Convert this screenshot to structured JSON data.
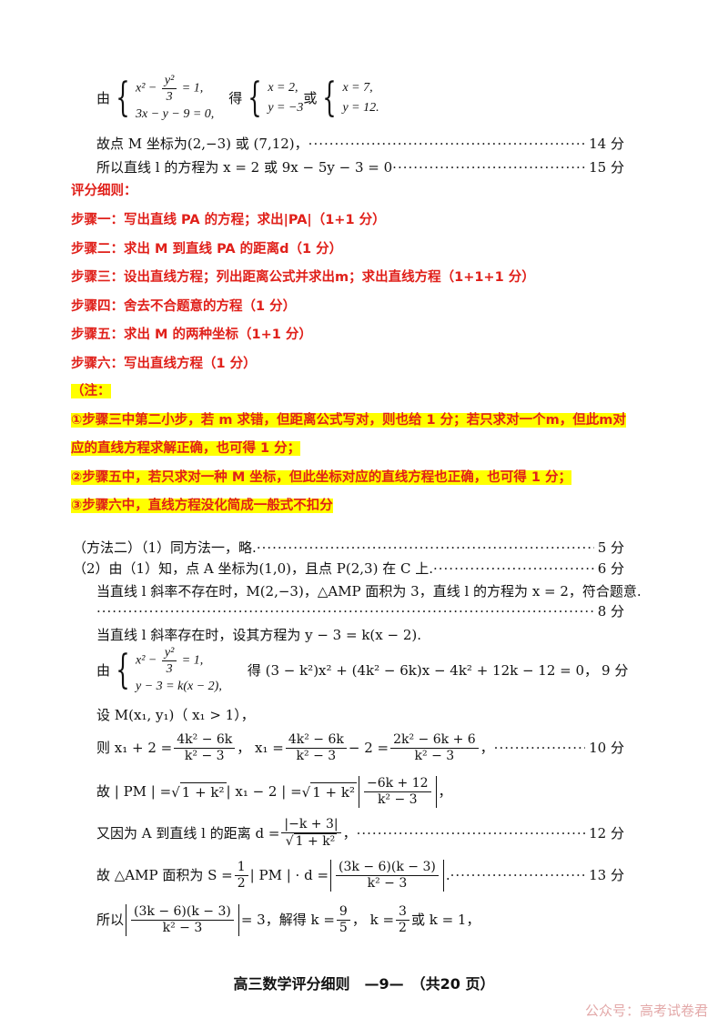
{
  "s1": {
    "lead": "由",
    "eq1": "x² − ",
    "eq1_num": "y²",
    "eq1_den": "3",
    "eq1_rhs": " = 1,",
    "eq2": "3x − y − 9 = 0,",
    "get": "得",
    "sol1a": "x = 2,",
    "sol1b": "y = −3",
    "or": "或",
    "sol2a": "x = 7,",
    "sol2b": "y = 12."
  },
  "s2": {
    "text": "故点 M 坐标为(2,−3) 或 (7,12)，",
    "score": "14 分"
  },
  "s3": {
    "text": "所以直线 l 的方程为 x = 2 或 9x − 5y − 3 = 0",
    "score": "15 分"
  },
  "rubric": {
    "title": "评分细则：",
    "steps": [
      "步骤一：写出直线 PA 的方程；求出|PA|（1+1 分）",
      "步骤二：求出 M 到直线 PA 的距离d（1 分）",
      "步骤三：设出直线方程；列出距离公式并求出m；求出直线方程（1+1+1 分）",
      "步骤四：舍去不合题意的方程（1 分）",
      "步骤五：求出 M 的两种坐标（1+1 分）",
      "步骤六：写出直线方程（1 分）"
    ],
    "note_title": "（注：",
    "notes": [
      "①步骤三中第二小步，若 m 求错，但距离公式写对，则也给 1 分；若只求对一个m，但此m对",
      "应的直线方程求解正确，也可得 1 分；",
      "②步骤五中，若只求对一种 M 坐标，但此坐标对应的直线方程也正确，也可得 1 分；",
      "③步骤六中，直线方程没化简成一般式不扣分"
    ]
  },
  "m2": {
    "l1": "（方法二）（1）同方法一，略.",
    "l1_score": "5 分",
    "l2": "（2）由（1）知，点 A 坐标为(1,0)，且点 P(2,3) 在 C 上.",
    "l2_score": "6 分",
    "l3": "当直线 l 斜率不存在时，M(2,−3)，△AMP 面积为 3，直线 l 的方程为 x = 2，符合题意.",
    "l3_score": "8 分",
    "l4": "当直线 l 斜率存在时，设其方程为 y − 3 = k(x − 2).",
    "sys_lead": "由",
    "sys_eq1": "x² − ",
    "sys_num": "y²",
    "sys_den": "3",
    "sys_rhs": " = 1,",
    "sys_eq2": "y − 3 = k(x − 2),",
    "sys_result": "得 (3 − k²)x² + (4k² − 6k)x − 4k² + 12k − 12 = 0，",
    "sys_score": "9 分",
    "l5": "设 M(x₁, y₁)（ x₁ > 1），",
    "l6_a": "则 x₁ + 2 = ",
    "l6_f1n": "4k² − 6k",
    "l6_f1d": "k² − 3",
    "l6_b": "， x₁ = ",
    "l6_f2n": "4k² − 6k",
    "l6_f2d": "k² − 3",
    "l6_c": " − 2 = ",
    "l6_f3n": "2k² − 6k + 6",
    "l6_f3d": "k² − 3",
    "l6_d": "，",
    "l6_score": "10 分",
    "l7_a": "故 | PM | = ",
    "l7_sq1": "1 + k²",
    "l7_b": " | x₁ − 2 | = ",
    "l7_sq2": "1 + k²",
    "l7_fn": "−6k + 12",
    "l7_fd": "k² − 3",
    "l7_c": "，",
    "l8_a": "又因为 A 到直线 l 的距离 d = ",
    "l8_fn": "|−k + 3|",
    "l8_fd": "1 + k²",
    "l8_b": "，",
    "l8_score": "12 分",
    "l9_a": "故 △AMP 面积为 S = ",
    "l9_half_n": "1",
    "l9_half_d": "2",
    "l9_b": " | PM | · d = ",
    "l9_fn": "(3k − 6)(k − 3)",
    "l9_fd": "k² − 3",
    "l9_c": ".",
    "l9_score": "13 分",
    "l10_a": "所以",
    "l10_fn": "(3k − 6)(k − 3)",
    "l10_fd": "k² − 3",
    "l10_b": " = 3，解得 k = ",
    "l10_k1n": "9",
    "l10_k1d": "5",
    "l10_c": "， k = ",
    "l10_k2n": "3",
    "l10_k2d": "2",
    "l10_d": " 或 k = 1，"
  },
  "footer": "高三数学评分细则　—9—　（共20 页）",
  "watermark": "公众号：高考试卷君"
}
